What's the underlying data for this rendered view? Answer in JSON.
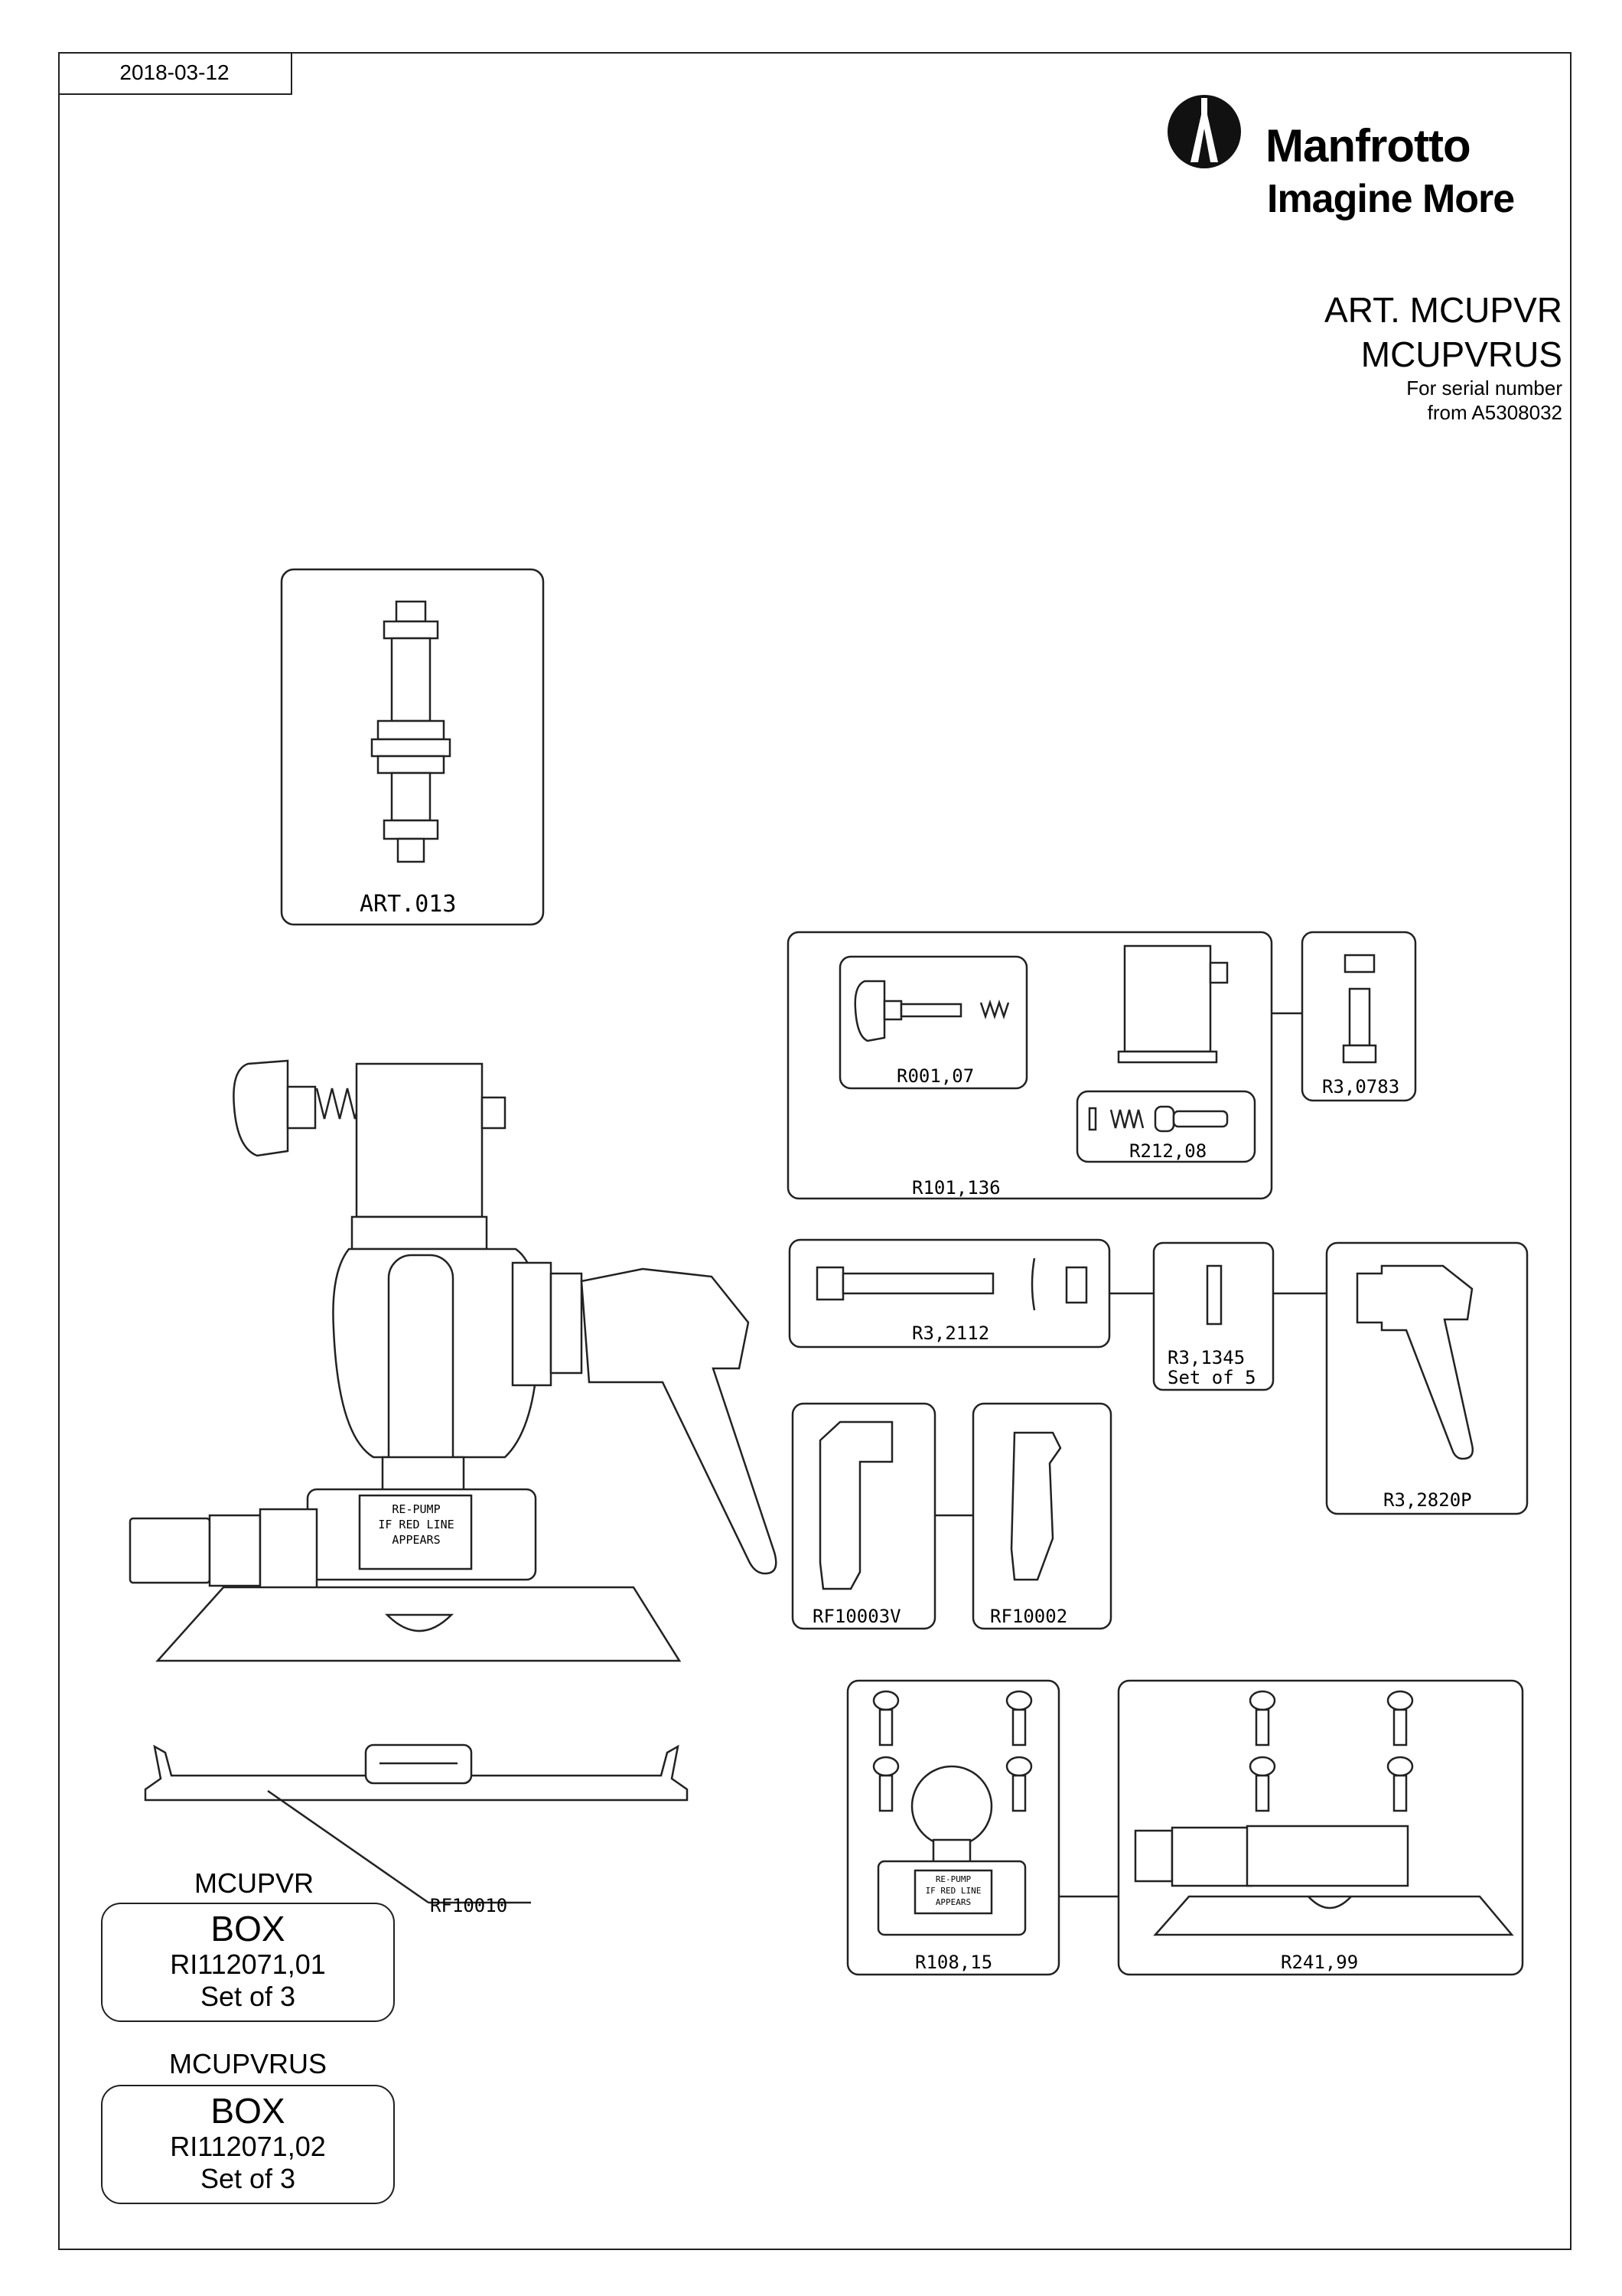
{
  "header": {
    "date": "2018-03-12",
    "brand": "Manfrotto",
    "slogan": "Imagine More",
    "art_line1": "ART. MCUPVR",
    "art_line2": "MCUPVRUS",
    "serial_line1": "For serial number",
    "serial_line2": "from A5308032"
  },
  "parts": {
    "art013": "ART.013",
    "r101136": "R101,136",
    "r00107": "R001,07",
    "r21208": "R212,08",
    "r30783": "R3,0783",
    "r32112": "R3,2112",
    "r31345_code": "R3,1345",
    "r31345_set": "Set of 5",
    "r32820p": "R3,2820P",
    "rf10003v": "RF10003V",
    "rf10002": "RF10002",
    "rf10010": "RF10010",
    "r10815": "R108,15",
    "r24199": "R241,99"
  },
  "assembly_label": {
    "line1": "RE-PUMP",
    "line2": "IF RED LINE",
    "line3": "APPEARS"
  },
  "boxes": [
    {
      "model": "MCUPVR",
      "title": "BOX",
      "code": "RI112071,01",
      "qty": "Set of 3"
    },
    {
      "model": "MCUPVRUS",
      "title": "BOX",
      "code": "RI112071,02",
      "qty": "Set of 3"
    }
  ]
}
